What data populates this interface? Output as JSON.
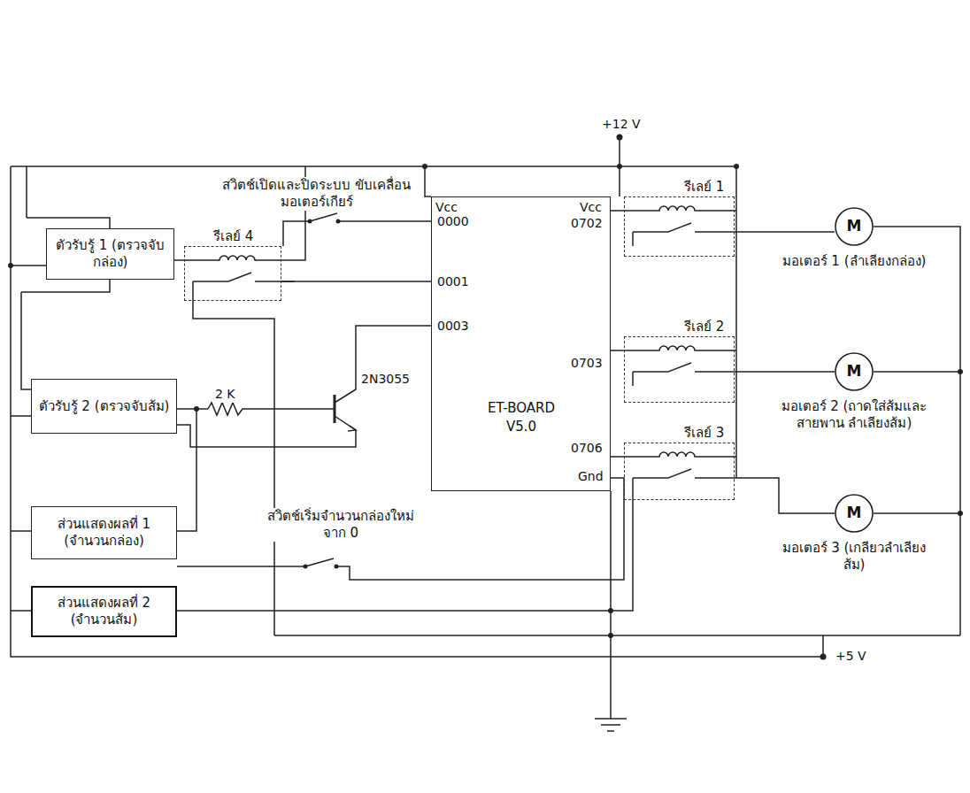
{
  "diagram": {
    "nodes": [
      {
        "text": [
          "ตัวรับรู้ 1 (ตรวจจับกล่อง)"
        ]
      },
      {
        "text": [
          "รีเลย์ 4"
        ]
      },
      {
        "text": [
          "ET-BOARD V5.0"
        ]
      },
      {
        "text": [
          "รีเลย์ 1"
        ]
      },
      {
        "text": [
          "รีเลย์ 2"
        ]
      },
      {
        "text": [
          "รีเลย์ 3"
        ]
      },
      {
        "text": [
          "M",
          "มอเตอร์ 1 (ลำเลียงกล่อง)"
        ]
      },
      {
        "text": [
          "ตัวรับรู้ 2 (ตรวจจับส้ม)"
        ]
      },
      {
        "text": [
          "M",
          "มอเตอร์ 2 (ถาดใส่ส้มและสายพาน ลำเลียงส้ม)"
        ]
      },
      {
        "text": [
          "ส่วนแสดงผลที่ 1 (จำนวนกล่อง)"
        ]
      },
      {
        "text": [
          "M",
          "มอเตอร์ 3 (เกลียวลำเลียงส้ม)"
        ]
      },
      {
        "text": [
          "ส่วนแสดงผลที่ 2 (จำนวนส้ม)"
        ]
      }
    ],
    "edges": [
      {
        "from": 0,
        "to": 1,
        "arrow": "none"
      },
      {
        "from": 1,
        "to": 2,
        "arrow": "none"
      },
      {
        "from": 2,
        "to": 3,
        "arrow": "none"
      },
      {
        "from": 2,
        "to": 4,
        "arrow": "none"
      },
      {
        "from": 2,
        "to": 5,
        "arrow": "none"
      },
      {
        "from": 3,
        "to": 6,
        "arrow": "none"
      },
      {
        "from": 4,
        "to": 8,
        "arrow": "none"
      },
      {
        "from": 5,
        "to": 10,
        "arrow": "none"
      }
    ],
    "labels": [
      "+12 V",
      "สวิตช์เปิดและปิดระบบ ขับเคลื่อนมอเตอร์เกียร์",
      "Vcc",
      "Vcc",
      "0000",
      "0702",
      "0001",
      "0003",
      "0703",
      "0706",
      "Gnd",
      "2 K",
      "2N3055",
      "สวิตช์เริ่มจำนวนกล่องใหม่จาก 0",
      "+5 V"
    ]
  }
}
